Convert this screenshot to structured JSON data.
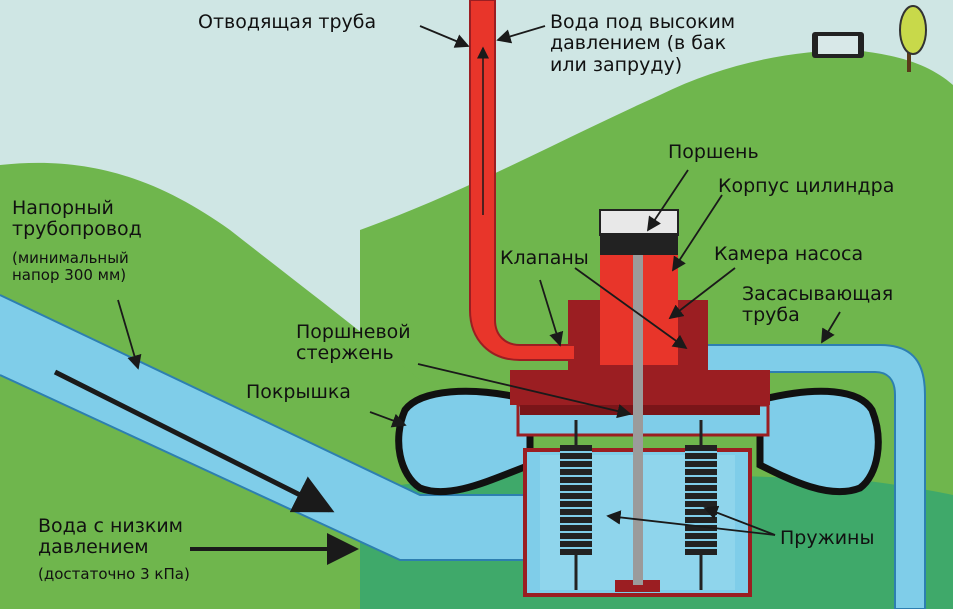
{
  "colors": {
    "sky": "#cfe6e4",
    "hill": "#6fb64d",
    "ground": "#3fa96a",
    "water": "#7fcde9",
    "pipe_red": "#e8352a",
    "dark_red": "#9b1e22",
    "outline": "#1a1a1a"
  },
  "labels": {
    "discharge_pipe": "Отводящая труба",
    "high_pressure_water": [
      "Вода под высоким",
      "давлением (в бак",
      "или запруду)"
    ],
    "piston": "Поршень",
    "cylinder_body": "Корпус цилиндра",
    "valves": "Клапаны",
    "pump_chamber": "Камера насоса",
    "intake_pipe": [
      "Засасывающая",
      "труба"
    ],
    "pressure_pipeline": [
      "Напорный",
      "трубопровод"
    ],
    "pressure_pipeline_note": [
      "(минимальный",
      "напор 300 мм)"
    ],
    "piston_rod": [
      "Поршневой",
      "стержень"
    ],
    "tyre": "Покрышка",
    "springs": "Пружины",
    "low_pressure_water": [
      "Вода с низким",
      "давлением"
    ],
    "low_pressure_note": "(достаточно 3 кПа)"
  }
}
